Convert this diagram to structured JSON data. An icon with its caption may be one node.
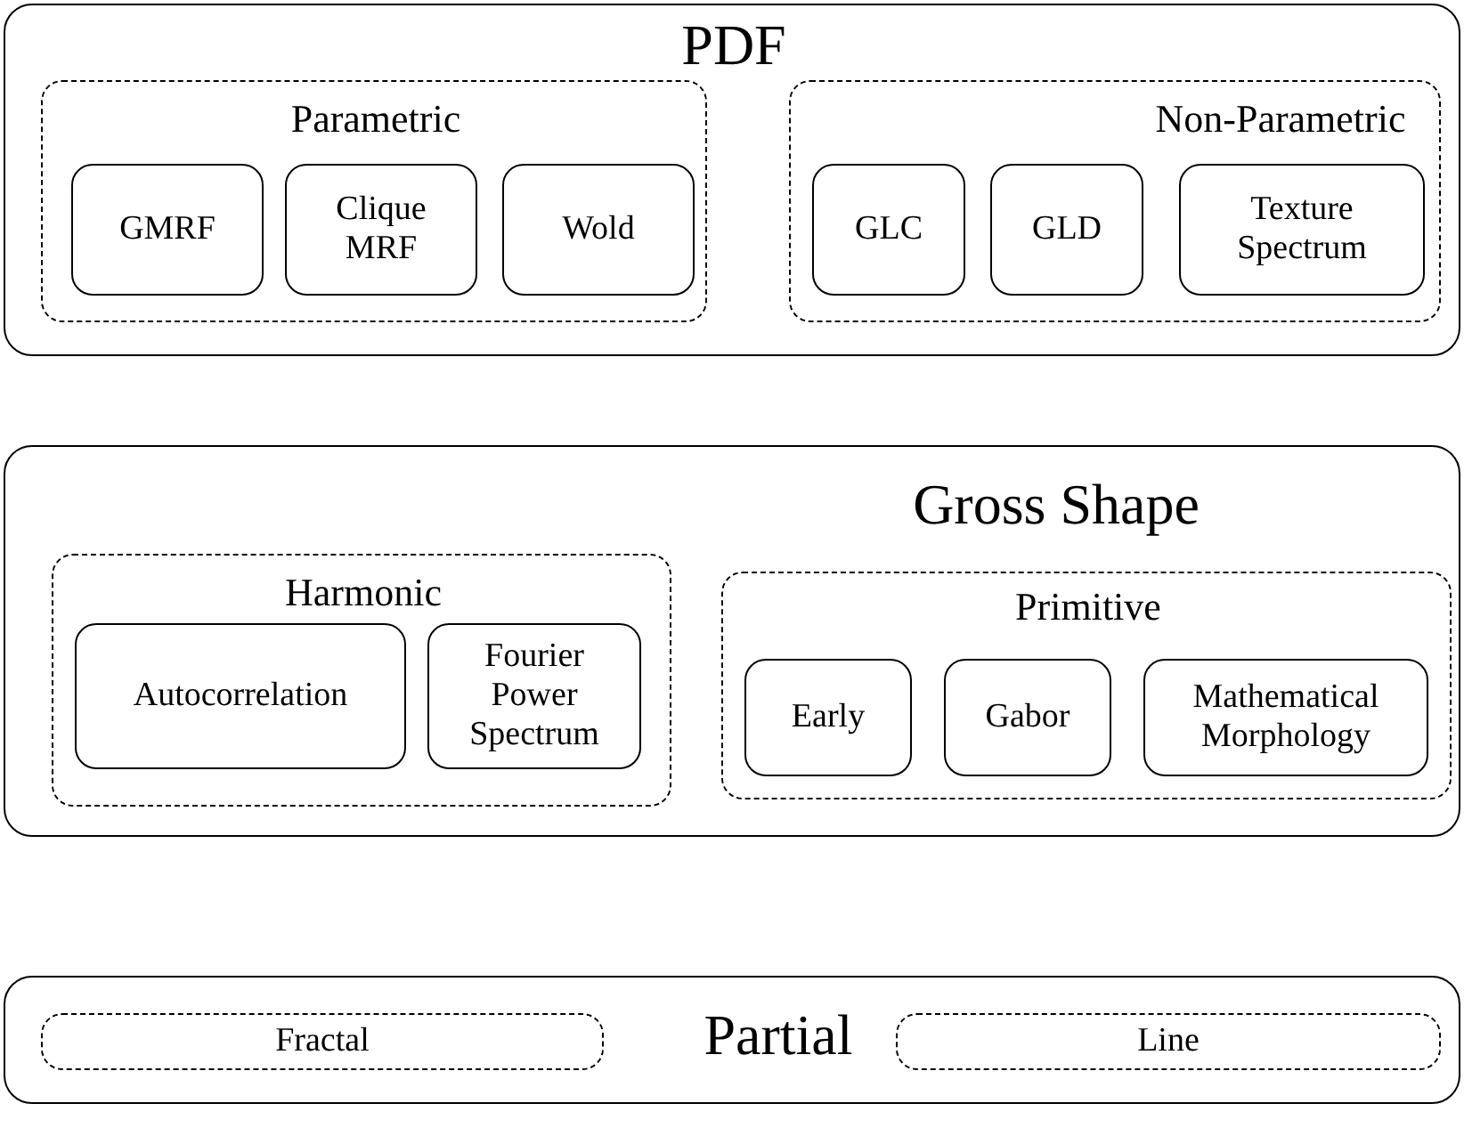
{
  "diagram": {
    "nodes": [
      {
        "text": [
          "PDF"
        ]
      },
      {
        "text": [
          "Parametric"
        ],
        "in": 0
      },
      {
        "text": [
          "GMRF"
        ],
        "in": 1
      },
      {
        "text": [
          "Clique MRF"
        ],
        "in": 1
      },
      {
        "text": [
          "Wold"
        ],
        "in": 1
      },
      {
        "text": [
          "Non-Parametric"
        ],
        "in": 0
      },
      {
        "text": [
          "GLC"
        ],
        "in": 5
      },
      {
        "text": [
          "GLD"
        ],
        "in": 5
      },
      {
        "text": [
          "Texture Spectrum"
        ],
        "in": 5
      },
      {
        "text": [
          "Gross Shape"
        ]
      },
      {
        "text": [
          "Harmonic"
        ],
        "in": 9
      },
      {
        "text": [
          "Autocorrelation"
        ],
        "in": 10
      },
      {
        "text": [
          "Fourier Power Spectrum"
        ],
        "in": 10
      },
      {
        "text": [
          "Primitive"
        ],
        "in": 9
      },
      {
        "text": [
          "Early"
        ],
        "in": 13
      },
      {
        "text": [
          "Gabor"
        ],
        "in": 13
      },
      {
        "text": [
          "Mathematical Morphology"
        ],
        "in": 13
      },
      {
        "text": [
          "Partial"
        ]
      },
      {
        "text": [
          "Fractal"
        ],
        "in": 17
      },
      {
        "text": [
          "Line"
        ],
        "in": 17
      }
    ]
  }
}
